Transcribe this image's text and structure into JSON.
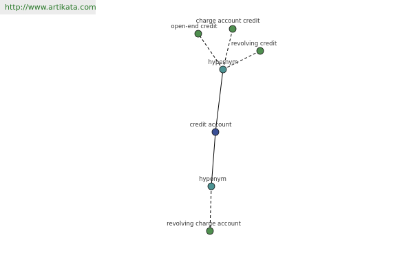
{
  "watermark": {
    "url": "http://www.artikata.com"
  },
  "colors": {
    "center_node": "#3a4f96",
    "relation_node": "#4c9494",
    "term_node": "#4f8f4f",
    "node_outline": "#1a1a1a"
  },
  "graph": {
    "center": "credit account",
    "relations": [
      {
        "label": "hypernym",
        "terms": [
          "open-end credit",
          "charge account credit",
          "revolving credit"
        ]
      },
      {
        "label": "hyponym",
        "terms": [
          "revolving charge account"
        ]
      }
    ]
  }
}
